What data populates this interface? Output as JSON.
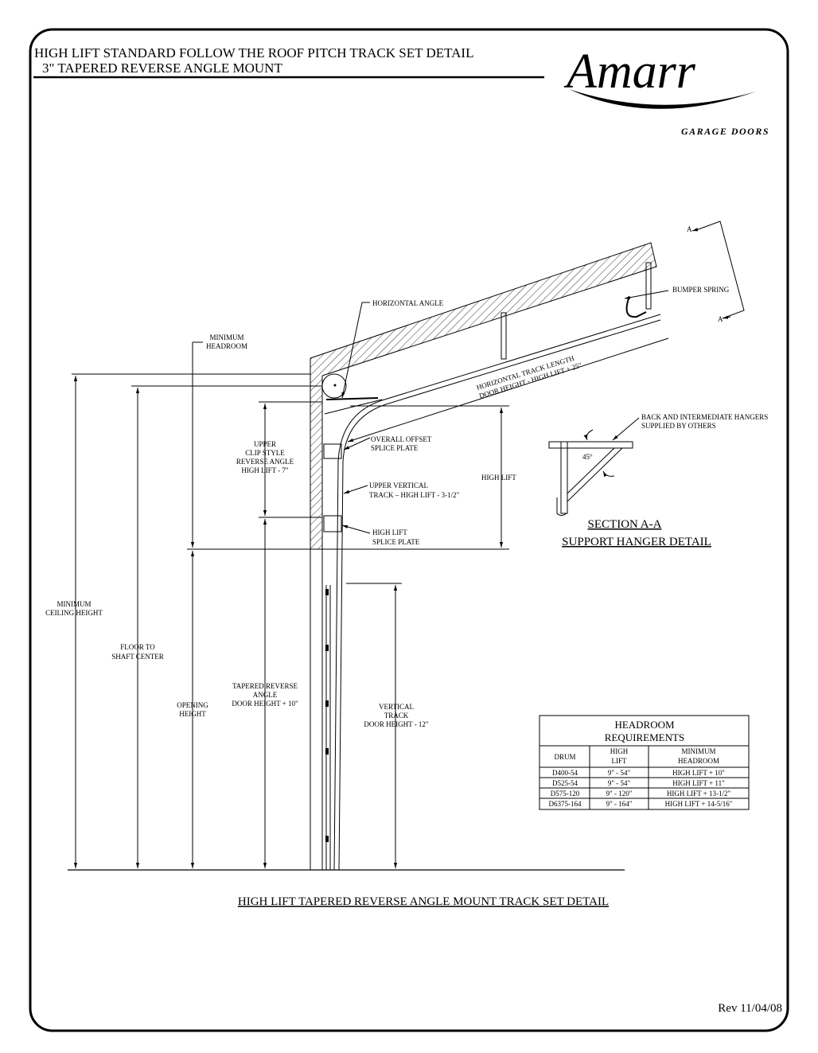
{
  "header": {
    "title_line1": "HIGH LIFT STANDARD FOLLOW THE ROOF PITCH TRACK SET DETAIL",
    "title_line2": "3\" TAPERED REVERSE ANGLE MOUNT"
  },
  "logo": {
    "brand": "Amarr",
    "tagline": "GARAGE DOORS"
  },
  "labels": {
    "horizontal_angle": "HORIZONTAL ANGLE",
    "bumper_spring": "BUMPER SPRING",
    "section_mark_a": "A",
    "minimum_headroom": [
      "MINIMUM",
      "HEADROOM"
    ],
    "horizontal_track_length": [
      "HORIZONTAL TRACK LENGTH",
      "DOOR HEIGHT - HIGH LIFT + 25\""
    ],
    "back_hangers": [
      "BACK AND INTERMEDIATE HANGERS",
      "SUPPLIED BY OTHERS"
    ],
    "upper_clip": [
      "UPPER",
      "CLIP STYLE",
      "REVERSE ANGLE",
      "HIGH LIFT - 7\""
    ],
    "overall_offset": [
      "OVERALL OFFSET",
      "SPLICE PLATE"
    ],
    "high_lift": "HIGH LIFT",
    "upper_vertical": [
      "UPPER VERTICAL",
      "TRACK – HIGH LIFT - 3-1/2\""
    ],
    "high_lift_splice": [
      "HIGH LIFT",
      "SPLICE PLATE"
    ],
    "angle_45": "45°",
    "section_title": "SECTION A-A",
    "section_subtitle": "SUPPORT HANGER DETAIL",
    "min_ceiling": [
      "MINIMUM",
      "CEILING HEIGHT"
    ],
    "floor_to_shaft": [
      "FLOOR TO",
      "SHAFT CENTER"
    ],
    "tapered_reverse": [
      "TAPERED REVERSE",
      "ANGLE",
      "DOOR HEIGHT + 10\""
    ],
    "opening_height": [
      "OPENING",
      "HEIGHT"
    ],
    "vertical_track": [
      "VERTICAL",
      "TRACK",
      "DOOR HEIGHT - 12\""
    ]
  },
  "headroom_table": {
    "title": [
      "HEADROOM",
      "REQUIREMENTS"
    ],
    "columns": [
      [
        "DRUM"
      ],
      [
        "HIGH",
        "LIFT"
      ],
      [
        "MINIMUM",
        "HEADROOM"
      ]
    ],
    "rows": [
      [
        "D400-54",
        "9\" - 54\"",
        "HIGH LIFT + 10\""
      ],
      [
        "D525-54",
        "9\" - 54\"",
        "HIGH LIFT + 11\""
      ],
      [
        "D575-120",
        "9\" - 120\"",
        "HIGH LIFT + 13-1/2\""
      ],
      [
        "D6375-164",
        "9\" - 164\"",
        "HIGH LIFT + 14-5/16\""
      ]
    ]
  },
  "footer": {
    "caption": "HIGH LIFT TAPERED REVERSE ANGLE  MOUNT TRACK SET DETAIL",
    "revision": "Rev 11/04/08"
  }
}
